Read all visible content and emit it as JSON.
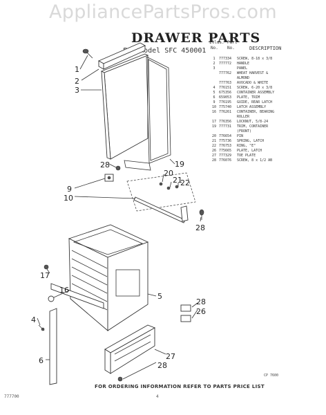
{
  "watermark": "AppliancePartsPros.com",
  "header": {
    "title": "DRAWER PARTS",
    "subtitle": "For Model SFC 450001"
  },
  "legend": {
    "col_illus": "Illus.",
    "col_no": "No.",
    "col_part": "Part",
    "col_part_no": "No.",
    "col_description": "DESCRIPTION",
    "rows": [
      {
        "illus": "1",
        "part": "777334",
        "desc": "SCREW, 8-18 x 3/8"
      },
      {
        "illus": "2",
        "part": "777772",
        "desc": "HANDLE"
      },
      {
        "illus": "3",
        "part": "",
        "desc": "PANEL"
      },
      {
        "illus": "",
        "part": "777762",
        "desc": "WHEAT HARVEST &"
      },
      {
        "illus": "",
        "part": "",
        "desc": "ALMOND"
      },
      {
        "illus": "",
        "part": "777763",
        "desc": "AVOCADO & WHITE"
      },
      {
        "illus": "4",
        "part": "776151",
        "desc": "SCREW, 6-20 x 3/8"
      },
      {
        "illus": "5",
        "part": "675356",
        "desc": "CONTAINER ASSEMBLY"
      },
      {
        "illus": "6",
        "part": "659053",
        "desc": "PLATE, TRIM"
      },
      {
        "illus": "9",
        "part": "776195",
        "desc": "GUIDE, REAR LATCH"
      },
      {
        "illus": "10",
        "part": "775740",
        "desc": "LATCH ASSEMBLY"
      },
      {
        "illus": "16",
        "part": "776261",
        "desc": "CONTAINER, BEARING"
      },
      {
        "illus": "",
        "part": "",
        "desc": "ROLLER"
      },
      {
        "illus": "17",
        "part": "776356",
        "desc": "LOCKNUT, 5/8-24"
      },
      {
        "illus": "19",
        "part": "777731",
        "desc": "TRIM, CONTAINER"
      },
      {
        "illus": "",
        "part": "",
        "desc": "(FRONT)"
      },
      {
        "illus": "20",
        "part": "776654",
        "desc": "PIN"
      },
      {
        "illus": "21",
        "part": "775736",
        "desc": "SPRING, LATCH"
      },
      {
        "illus": "22",
        "part": "776753",
        "desc": "RING, \"E\""
      },
      {
        "illus": "26",
        "part": "775665",
        "desc": "PLATE, LATCH"
      },
      {
        "illus": "27",
        "part": "777329",
        "desc": "TOE PLATE"
      },
      {
        "illus": "28",
        "part": "776076",
        "desc": "SCREW, 8 x 1/2 AB"
      }
    ]
  },
  "callouts": {
    "n1": "1",
    "n2": "2",
    "n3": "3",
    "n4": "4",
    "n5": "5",
    "n6": "6",
    "n9": "9",
    "n10": "10",
    "n16": "16",
    "n17": "17",
    "n19": "19",
    "n20": "20",
    "n21": "21",
    "n22": "22",
    "n26": "26",
    "n27": "27",
    "n28a": "28",
    "n28b": "28",
    "n28c": "28",
    "n28d": "28"
  },
  "catalog_code": "CP 7600",
  "footer": {
    "note": "FOR ORDERING INFORMATION REFER TO PARTS PRICE LIST",
    "doc_code": "777700",
    "page": "4"
  }
}
